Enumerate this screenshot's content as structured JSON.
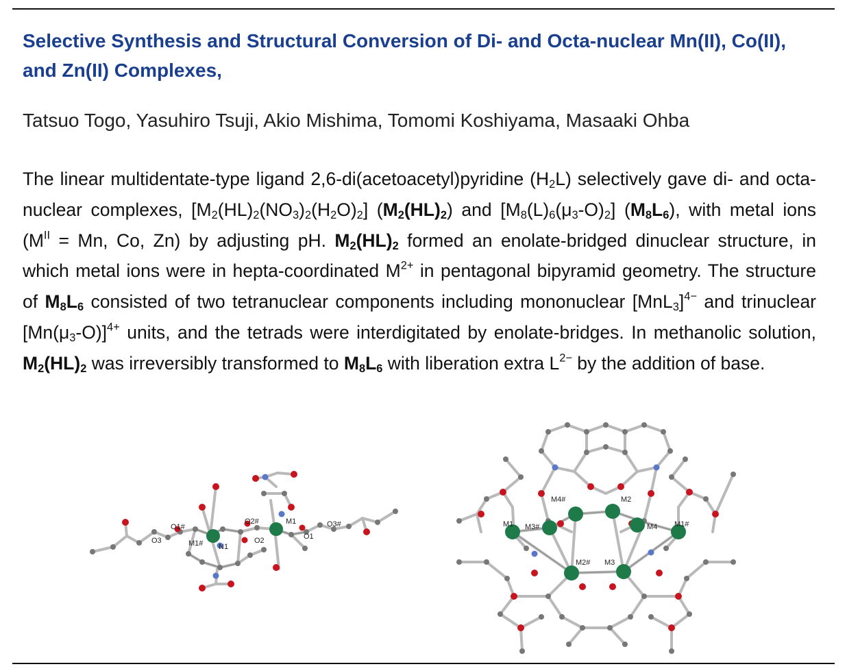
{
  "title": "Selective Synthesis and Structural Conversion of Di- and Octa-nuclear Mn(II), Co(II), and Zn(II) Complexes,",
  "authors": "Tatsuo Togo, Yasuhiro Tsuji, Akio Mishima, Tomomi Koshiyama, Masaaki Ohba",
  "abstract": {
    "s1": "The linear multidentate-type ligand 2,6-di(acetoacetyl)pyridine (H",
    "s2": "2",
    "s3": "L) selectively gave di- and octa-nuclear complexes, [M",
    "s4": "2",
    "s5": "(HL)",
    "s6": "2",
    "s7": "(NO",
    "s8": "3",
    "s9": ")",
    "s10": "2",
    "s11": "(H",
    "s12": "2",
    "s13": "O)",
    "s14": "2",
    "s15": "] (",
    "s16": "M",
    "s17": "2",
    "s18": "(HL)",
    "s19": "2",
    "s20": ") and [M",
    "s21": "8",
    "s22": "(L)",
    "s23": "6",
    "s24": "(μ",
    "s25": "3",
    "s26": "-O)",
    "s27": "2",
    "s28": "] (",
    "s29": "M",
    "s30": "8",
    "s31": "L",
    "s32": "6",
    "s33": "), with metal ions (M",
    "s34": "II",
    "s35": " = Mn, Co, Zn) by adjusting pH. ",
    "s36": "M",
    "s37": "2",
    "s38": "(HL)",
    "s39": "2",
    "s40": " formed an enolate-bridged dinuclear structure, in which metal ions were in hepta-coordinated M",
    "s41": "2+",
    "s42": " in pentagonal bipyramid geometry. The structure of ",
    "s43": "M",
    "s44": "8",
    "s45": "L",
    "s46": "6",
    "s47": " consisted of two tetranuclear components including mononuclear [MnL",
    "s48": "3",
    "s49": "]",
    "s50": "4−",
    "s51": " and trinuclear [Mn(μ",
    "s52": "3",
    "s53": "-O)]",
    "s54": "4+",
    "s55": " units, and the tetrads were interdigitated by enolate-bridges. In methanolic solution, ",
    "s56": "M",
    "s57": "2",
    "s58": "(HL)",
    "s59": "2",
    "s60": " was irreversibly transformed to ",
    "s61": "M",
    "s62": "8",
    "s63": "L",
    "s64": "6",
    "s65": " with liberation extra L",
    "s66": "2−",
    "s67": " by the addition of base."
  },
  "figure1": {
    "labels": {
      "o1s": "O1#",
      "o2s": "O2#",
      "m1": "M1",
      "o3s": "O3#",
      "o3": "O3",
      "m1s": "M1#",
      "n1": "N1",
      "o2": "O2",
      "o1": "O1"
    },
    "colors": {
      "metal": "#1f7a4a",
      "oxygen": "#c8141e",
      "nitrogen": "#5a78c8",
      "carbon": "#777777",
      "bond": "#b9b9b9"
    }
  },
  "figure2": {
    "labels": {
      "m4s": "M4#",
      "m2": "M2",
      "m1": "M1",
      "m3s": "M3#",
      "m4": "M4",
      "m1s": "M1#",
      "m2s": "M2#",
      "m3": "M3"
    },
    "colors": {
      "metal": "#1f7a4a",
      "oxygen": "#c8141e",
      "nitrogen": "#5a78c8",
      "carbon": "#777777",
      "bond": "#b9b9b9"
    }
  }
}
